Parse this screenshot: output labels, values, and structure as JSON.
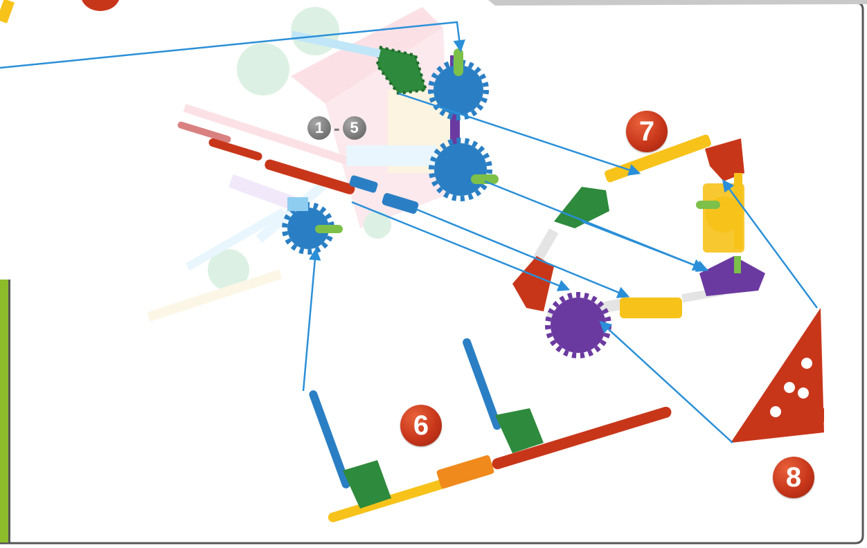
{
  "badges": {
    "step6": "6",
    "step7": "7",
    "step8": "8",
    "range_start": "1",
    "range_sep": "-",
    "range_end": "5"
  },
  "colors": {
    "red": "#c8361a",
    "blue": "#2a7fc4",
    "green": "#2e8a3c",
    "yellow": "#f7c21a",
    "purple": "#6b3aa0",
    "orange": "#f08a1c",
    "gray": "#d8d8d8",
    "arrow": "#2a8fd8",
    "frame_green": "#8cbc2a"
  }
}
